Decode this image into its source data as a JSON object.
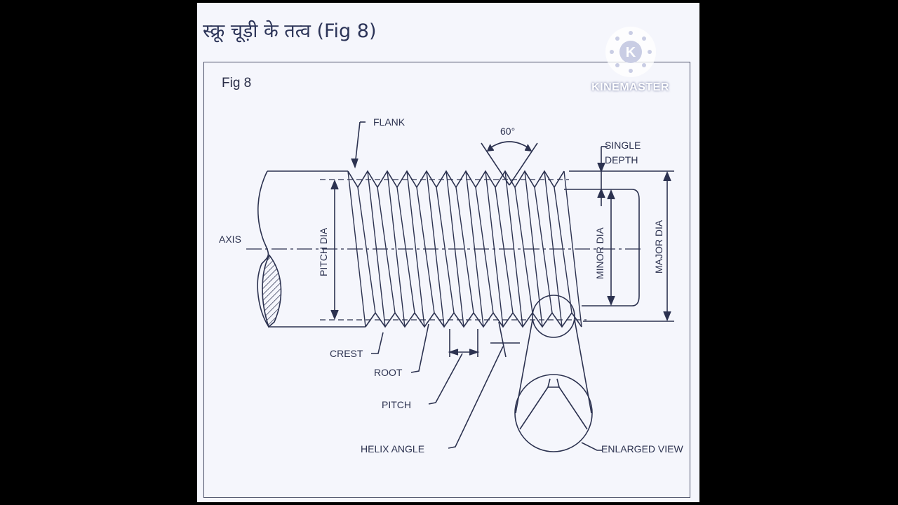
{
  "heading": "स्क्रू चूड़ी के तत्व (Fig  8)",
  "figure_label": "Fig 8",
  "watermark": {
    "text": "KINEMASTER",
    "logo_letter": "K"
  },
  "labels": {
    "flank": "FLANK",
    "angle": "60°",
    "single_depth_line1": "SINGLE",
    "single_depth_line2": "DEPTH",
    "axis": "AXIS",
    "pitch_dia": "PITCH DIA",
    "minor_dia": "MINOR DIA",
    "major_dia": "MAJOR DIA",
    "crest": "CREST",
    "root": "ROOT",
    "pitch": "PITCH",
    "helix_angle": "HELIX ANGLE",
    "enlarged_view": "ENLARGED VIEW"
  },
  "colors": {
    "background": "#000000",
    "paper": "#f5f6fc",
    "ink": "#2c3250"
  }
}
